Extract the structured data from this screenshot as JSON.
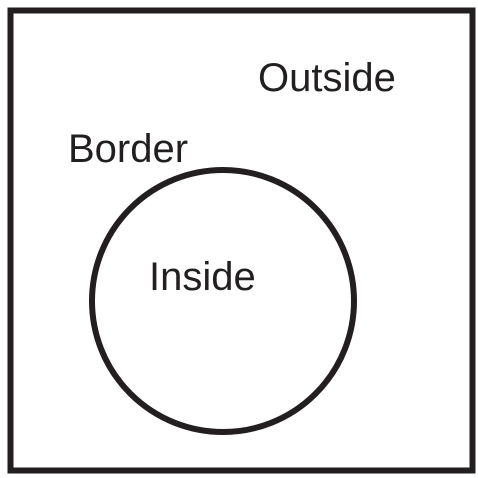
{
  "labels": {
    "outside": "Outside",
    "border": "Border",
    "inside": "Inside"
  },
  "colors": {
    "stroke": "#231f20",
    "background": "#ffffff"
  }
}
